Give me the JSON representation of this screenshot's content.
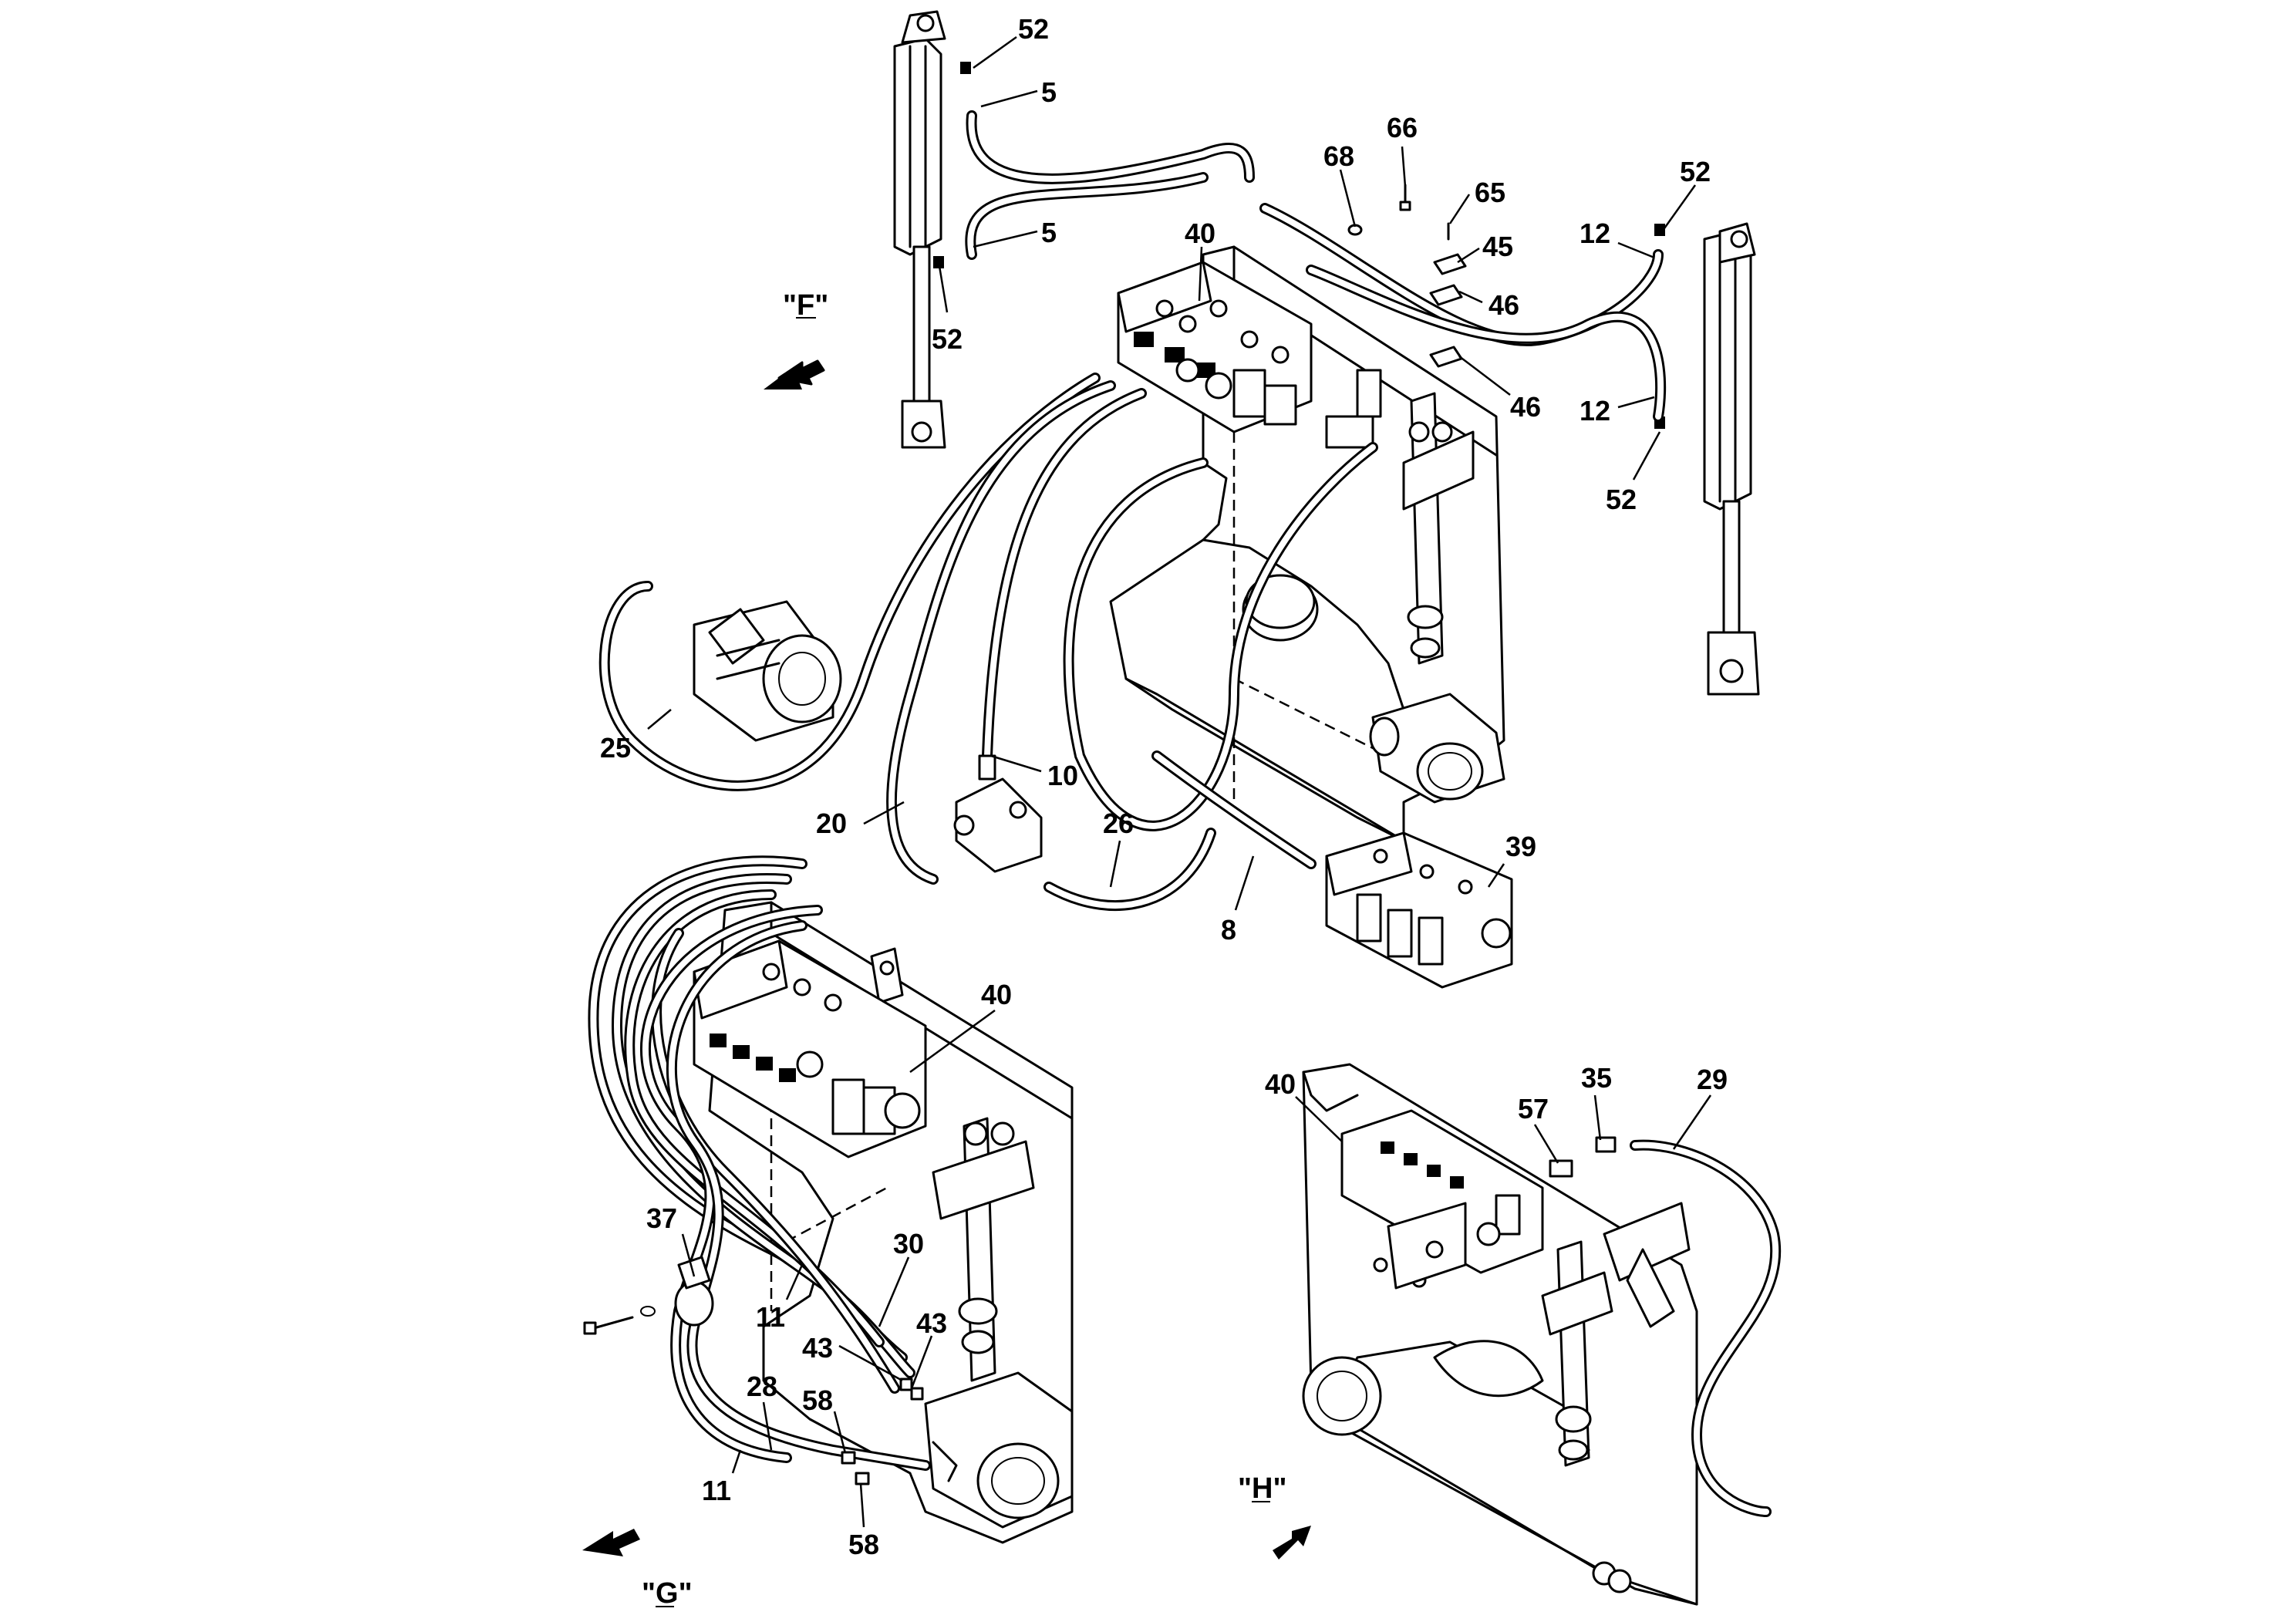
{
  "views": {
    "F": {
      "label": "\"F\"",
      "letter": "F"
    },
    "G": {
      "label": "\"G\"",
      "letter": "G"
    },
    "H": {
      "label": "\"H\"",
      "letter": "H"
    }
  },
  "callouts": {
    "c52a": "52",
    "c5a": "5",
    "c5b": "5",
    "c52b": "52",
    "c40a": "40",
    "c68": "68",
    "c66": "66",
    "c65": "65",
    "c45": "45",
    "c46a": "46",
    "c46b": "46",
    "c52c": "52",
    "c12a": "12",
    "c12b": "12",
    "c52d": "52",
    "c25": "25",
    "c10": "10",
    "c20": "20",
    "c26": "26",
    "c8": "8",
    "c39": "39",
    "c40b": "40",
    "c37": "37",
    "c11a": "11",
    "c30": "30",
    "c43a": "43",
    "c43b": "43",
    "c28": "28",
    "c58a": "58",
    "c58b": "58",
    "c11b": "11",
    "c40c": "40",
    "c57": "57",
    "c35": "35",
    "c29": "29"
  },
  "colors": {
    "line": "#000000",
    "background": "#ffffff"
  },
  "icons": {
    "view_arrow": "arrow-icon"
  }
}
